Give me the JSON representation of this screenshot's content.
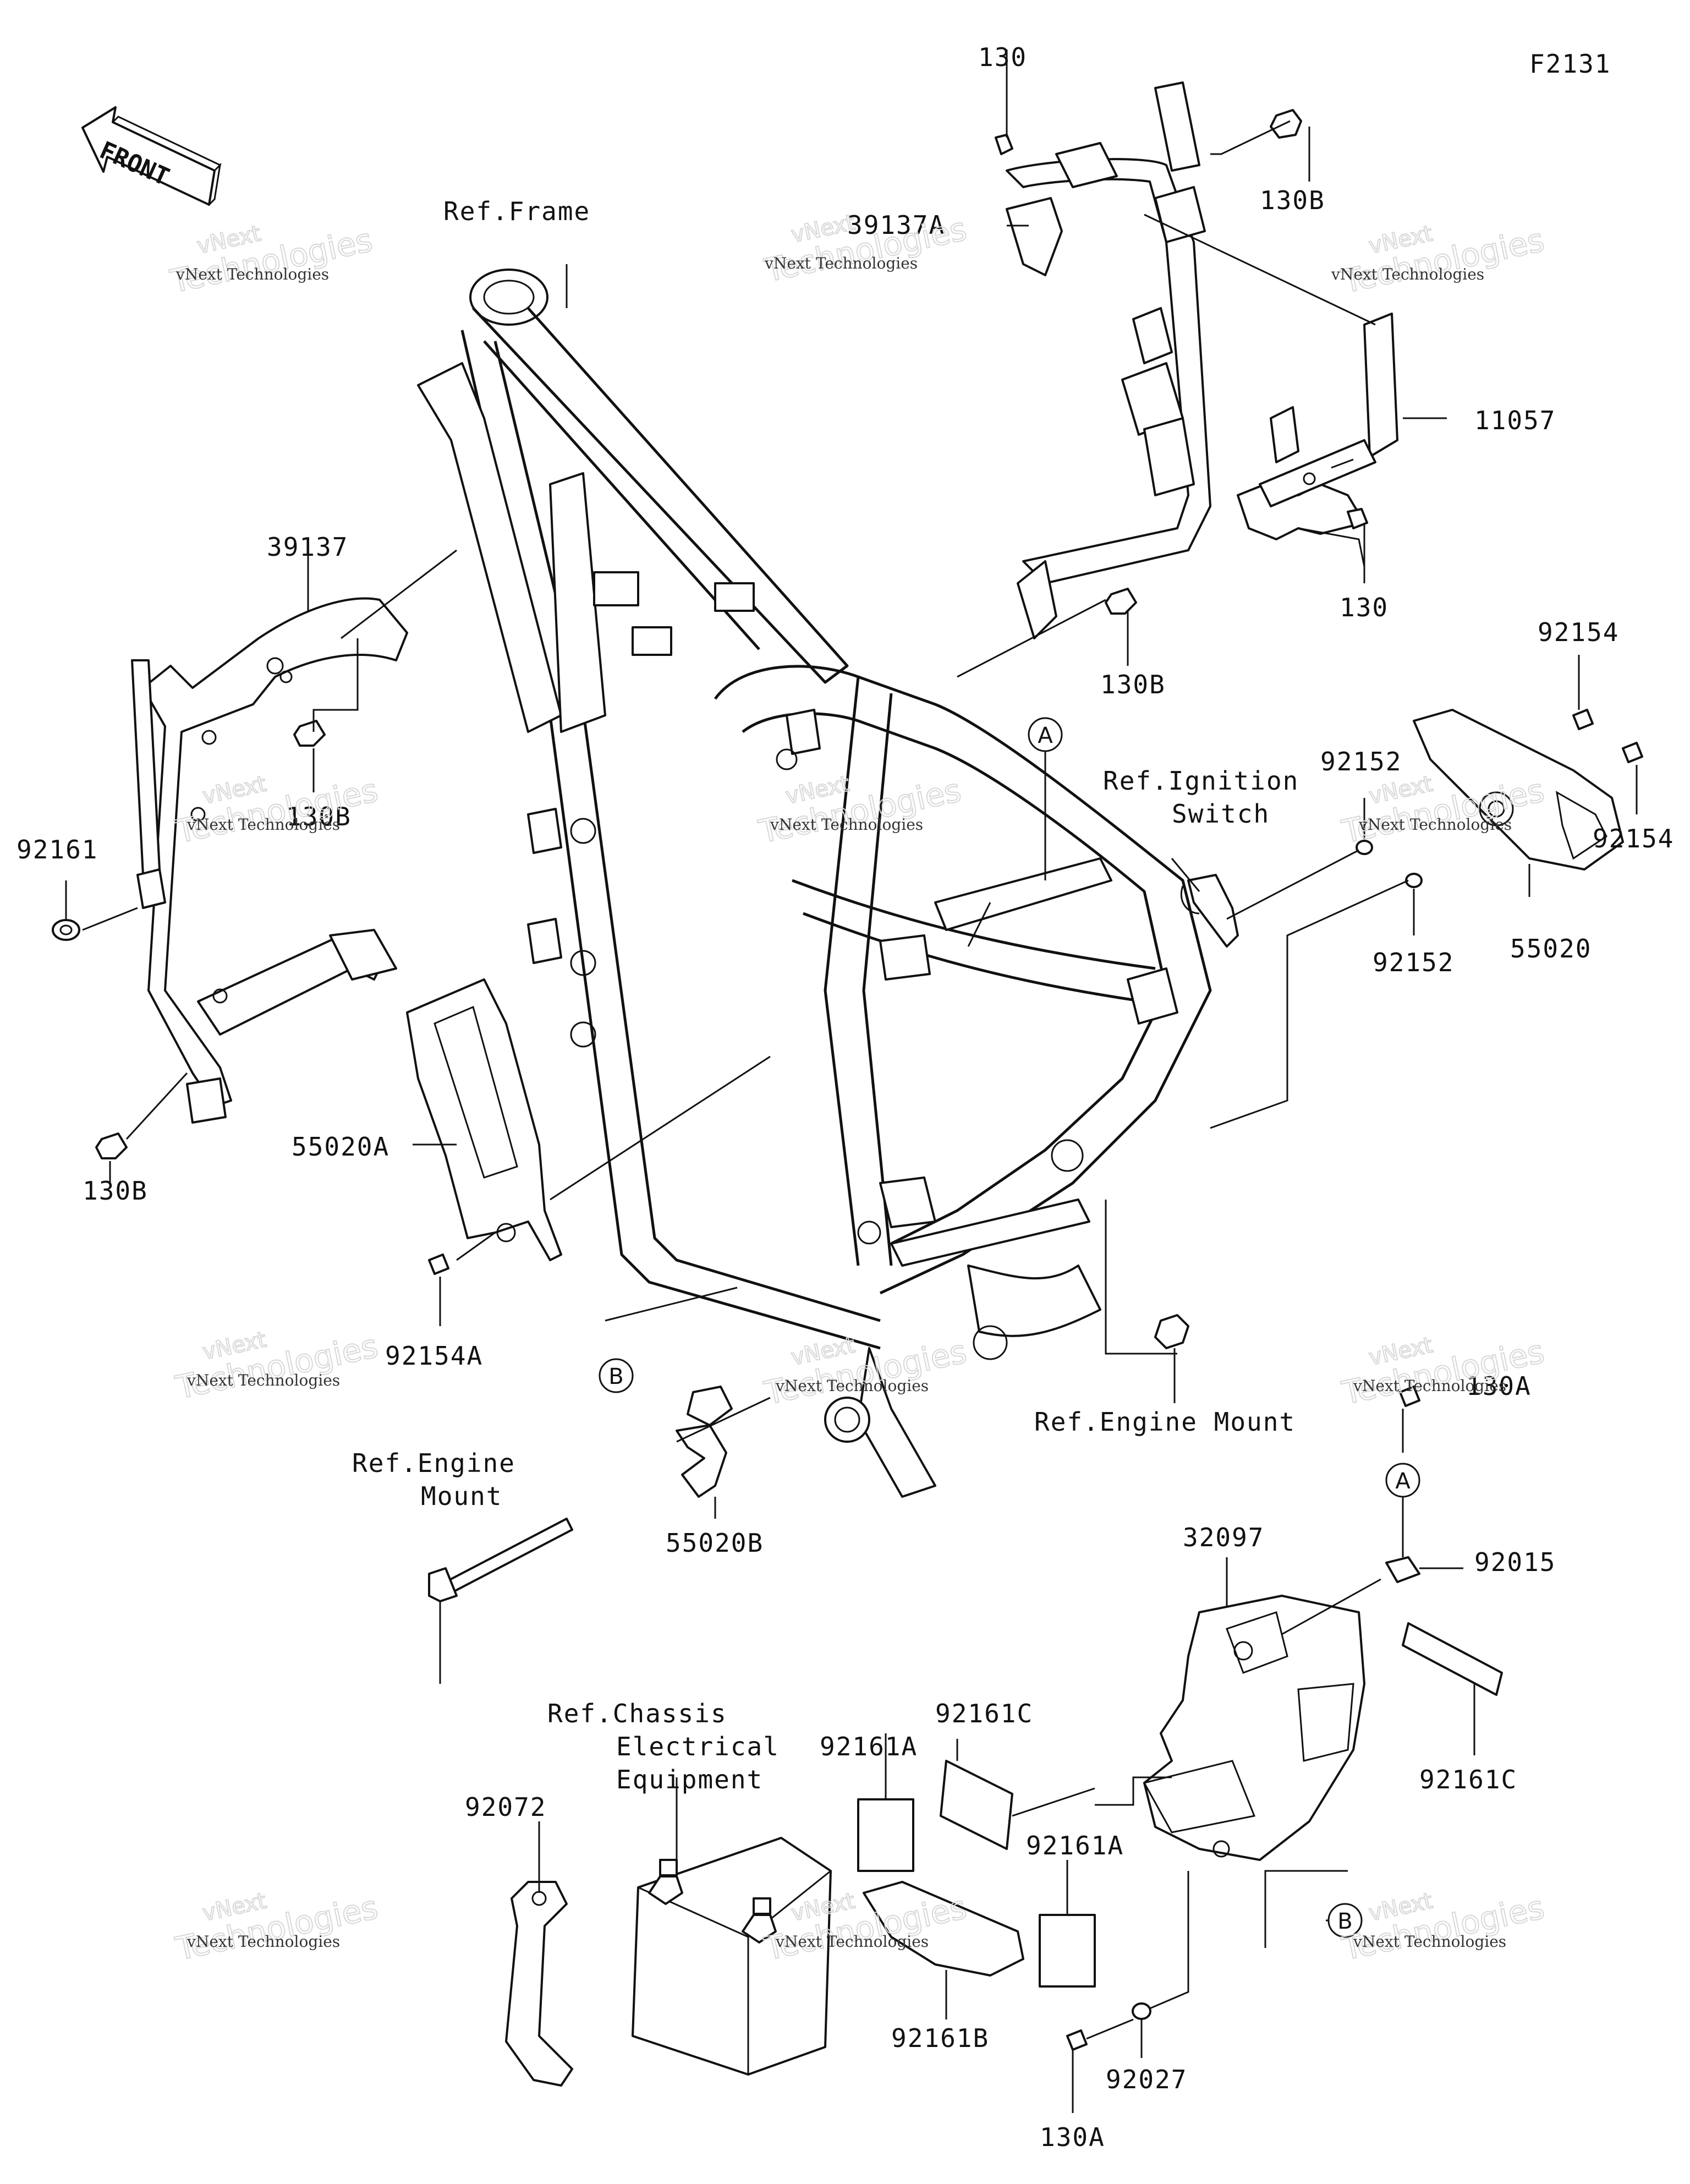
{
  "diagram_code": "F2131",
  "direction_label": "FRONT",
  "watermark": {
    "small": "vNext Technologies",
    "big_1": "vNext",
    "big_2": "Technologies"
  },
  "callouts": {
    "A": "A",
    "B": "B"
  },
  "labels": {
    "130_top": "130",
    "130B_top": "130B",
    "39137A": "39137A",
    "ref_frame": "Ref.Frame",
    "11057": "11057",
    "130_mid": "130",
    "130B_mid": "130B",
    "39137": "39137",
    "130B_left": "130B",
    "92161": "92161",
    "130B_bottom": "130B",
    "55020A": "55020A",
    "92154A": "92154A",
    "92154_top": "92154",
    "92154_right": "92154",
    "92152_top": "92152",
    "92152_bottom": "92152",
    "55020": "55020",
    "ref_ignition_1": "Ref.Ignition",
    "ref_ignition_2": "Switch",
    "ref_engine_mount_right": "Ref.Engine Mount",
    "ref_engine_mount_left_1": "Ref.Engine",
    "ref_engine_mount_left_2": "Mount",
    "55020B": "55020B",
    "130A_top": "130A",
    "32097": "32097",
    "92015": "92015",
    "ref_chassis_1": "Ref.Chassis",
    "ref_chassis_2": "Electrical",
    "ref_chassis_3": "Equipment",
    "92161C_left": "92161C",
    "92161A_left": "92161A",
    "92161C_right": "92161C",
    "92072": "92072",
    "92161A_right": "92161A",
    "92161B": "92161B",
    "92027": "92027",
    "130A_bottom": "130A"
  }
}
